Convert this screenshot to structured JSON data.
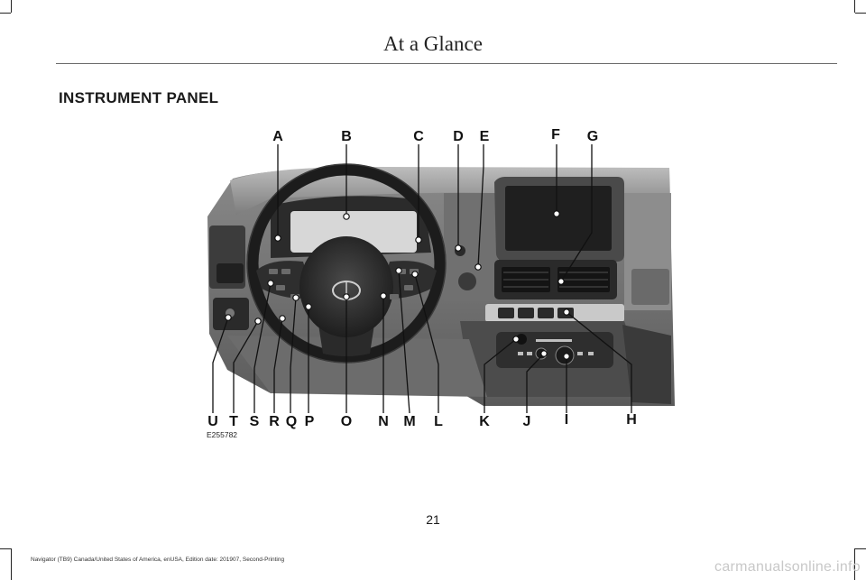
{
  "page": {
    "header_title": "At a Glance",
    "section_title": "INSTRUMENT PANEL",
    "page_number": "21",
    "footer": "Navigator (TB9) Canada/United States of America, enUSA, Edition date: 201907, Second-Printing",
    "watermark": "carmanualsonline.info"
  },
  "figure": {
    "id": "E255782",
    "top_callouts": [
      "A",
      "B",
      "C",
      "D",
      "E",
      "F",
      "G"
    ],
    "bottom_callouts": [
      "U",
      "T",
      "S",
      "R",
      "Q",
      "P",
      "O",
      "N",
      "M",
      "L",
      "K",
      "J",
      "I",
      "H"
    ]
  }
}
